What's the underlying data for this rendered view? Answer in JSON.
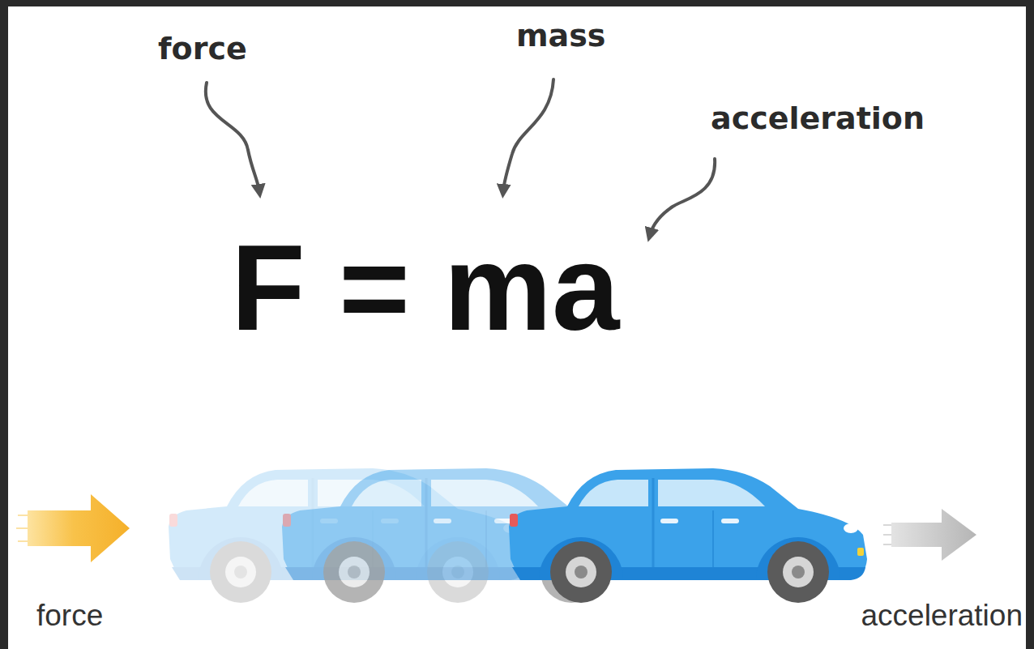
{
  "diagram": {
    "labels": [
      "force",
      "mass",
      "acceleration",
      "F = ma",
      "force",
      "acceleration"
    ]
  }
}
